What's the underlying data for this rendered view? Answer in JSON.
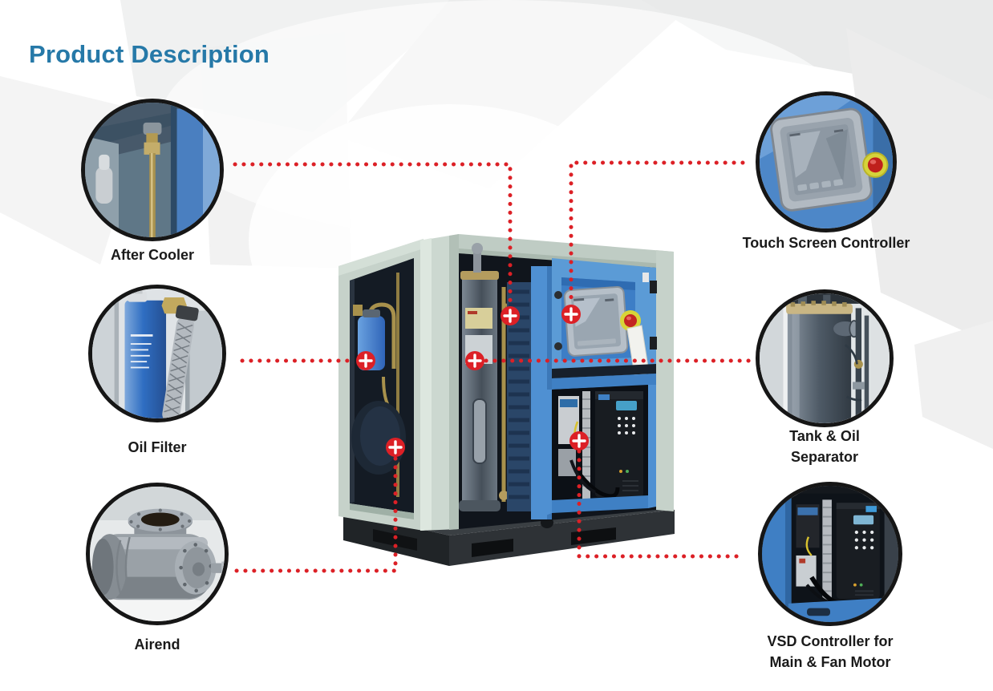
{
  "title": "Product Description",
  "callouts": {
    "after_cooler": {
      "label_lines": [
        "After Cooler"
      ]
    },
    "oil_filter": {
      "label_lines": [
        "Oil Filter"
      ]
    },
    "airend": {
      "label_lines": [
        "Airend"
      ]
    },
    "touch_screen": {
      "label_lines": [
        "Touch Screen Controller"
      ]
    },
    "tank_oil_separator": {
      "label_lines": [
        "Tank & Oil",
        "Separator"
      ]
    },
    "vsd": {
      "label_lines": [
        "VSD Controller for",
        "Main & Fan Motor"
      ]
    }
  },
  "machine": {
    "name": "rotary screw air compressor with open panels"
  },
  "colors": {
    "title": "#2679a8",
    "label": "#1a1a1a",
    "connector": "#dc2026",
    "circle_border": "#161616",
    "machine_frame": "#c6d2ca",
    "machine_panel_blue": "#5b9bd6",
    "machine_base": "#2e3236"
  }
}
